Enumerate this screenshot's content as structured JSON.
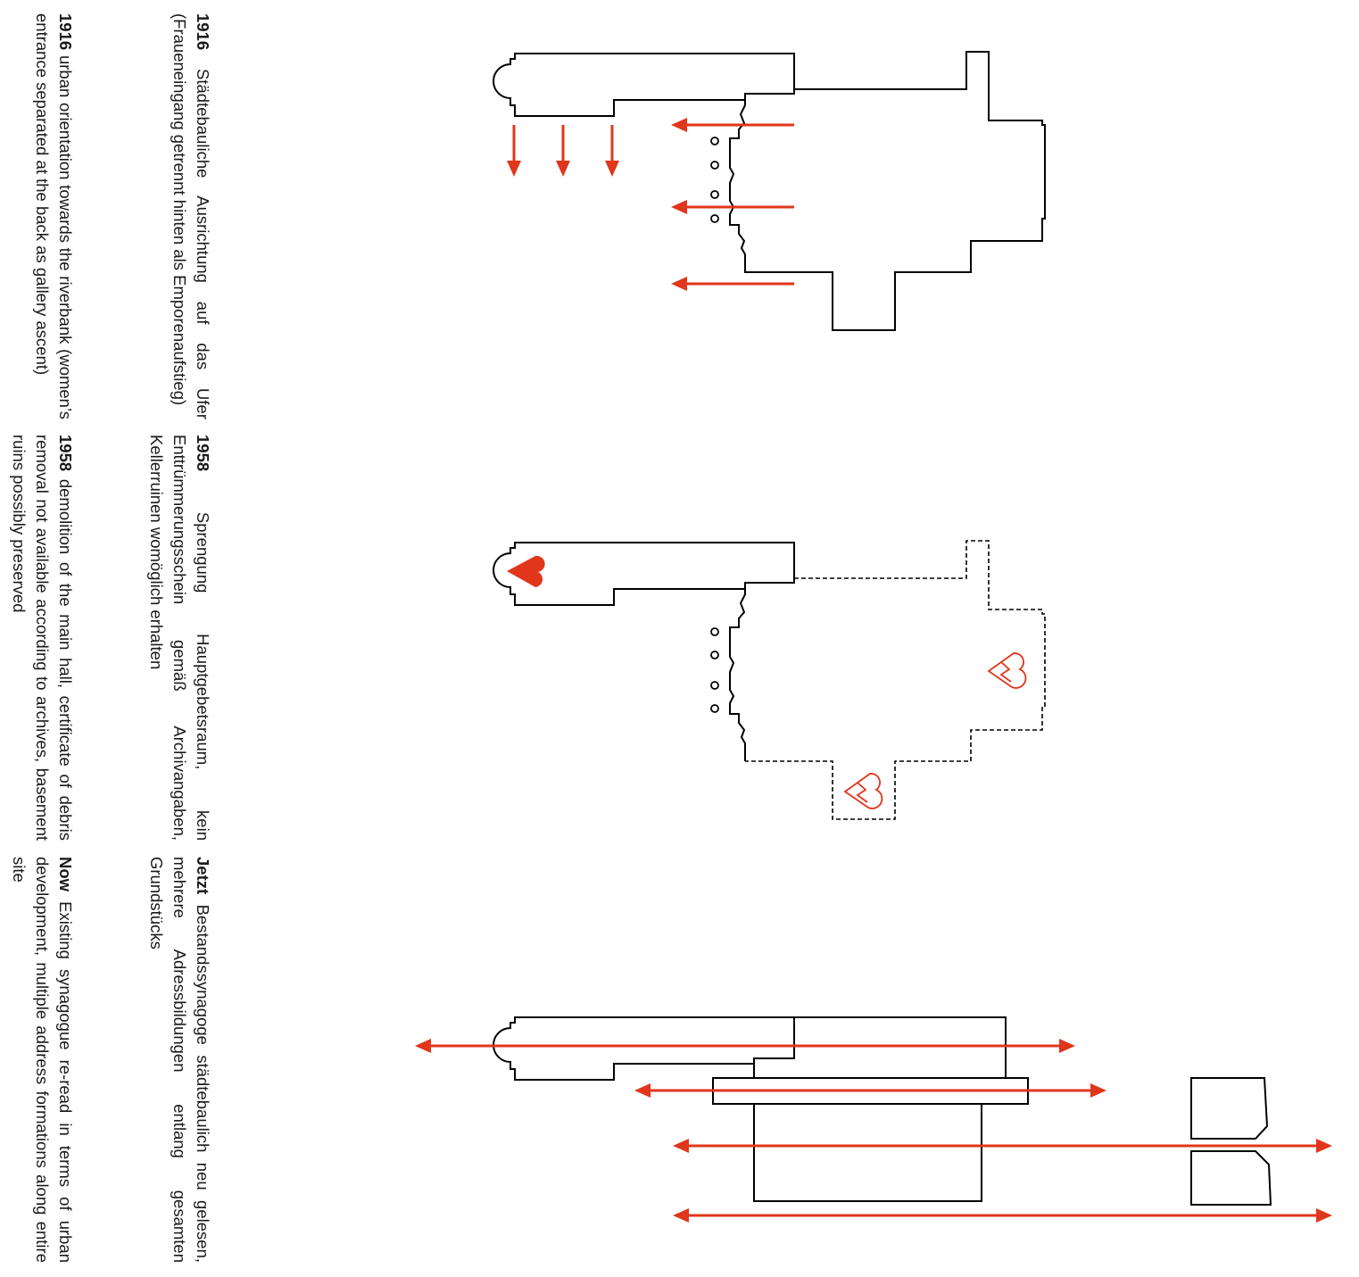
{
  "colors": {
    "accent": "#e0361b",
    "line": "#000000"
  },
  "captions": {
    "de_1916": {
      "year": "1916",
      "text": "Städtebauliche Ausrichtung auf das Ufer (Fraueneingang getrennt hinten als Emporenaufstieg)"
    },
    "en_1916": {
      "year": "1916",
      "text": "urban orientation towards the riverbank (women’s entrance separated at the back as gallery ascent)"
    },
    "de_1958": {
      "year": "1958",
      "text": "Sprengung Hauptgebetsraum, kein Enttrümmerungsschein gemäß Archivangaben, Kellerruinen womöglich erhalten"
    },
    "en_1958": {
      "year": "1958",
      "text": "demolition of the main hall, certificate of debris removal not available according to archives, basement ruins possibly preserved"
    },
    "de_now": {
      "year": "Jetzt",
      "text": "Bestandssynagoge städtebaulich neu gelesen, mehrere Adressbildungen entlang gesamten Grundstücks"
    },
    "en_now": {
      "year": "Now",
      "text": "Existing synagogue re-read in terms of urban development, multiple address formations along entire site"
    }
  },
  "icons": [
    "heart-icon",
    "broken-heart-icon",
    "arrow-icon",
    "double-arrow-icon",
    "column-icon"
  ]
}
